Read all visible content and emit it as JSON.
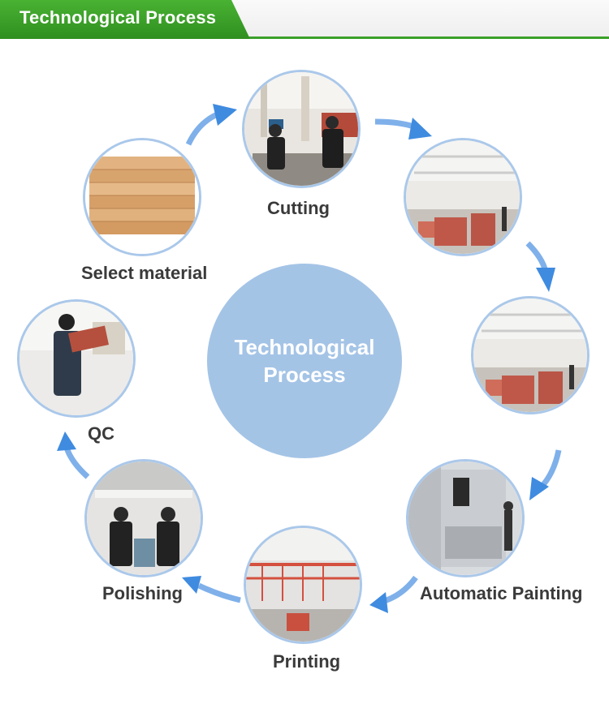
{
  "header": {
    "title": "Technological Process"
  },
  "center": {
    "label": "Technological Process"
  },
  "steps": [
    {
      "label": "Cutting",
      "icon": "cutting-photo"
    },
    {
      "label": "",
      "icon": "drying-photo"
    },
    {
      "label": "",
      "icon": "drying-photo-2"
    },
    {
      "label": "Automatic Painting",
      "icon": "painting-machine-photo"
    },
    {
      "label": "Printing",
      "icon": "printing-line-photo"
    },
    {
      "label": "Polishing",
      "icon": "polishing-photo"
    },
    {
      "label": "QC",
      "icon": "qc-photo"
    },
    {
      "label": "Select material",
      "icon": "wood-boards-photo"
    }
  ],
  "colors": {
    "brand_green": "#3aa02a",
    "circle_blue": "#a4c4e6",
    "arrow_blue": "#4a90e2"
  }
}
